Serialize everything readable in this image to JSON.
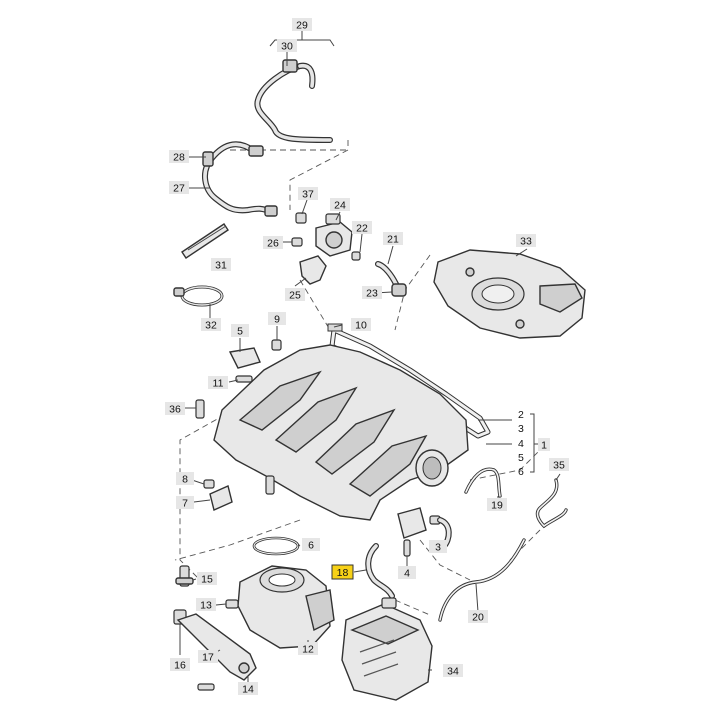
{
  "callouts": [
    {
      "id": "1",
      "label": "1"
    },
    {
      "id": "2",
      "label": "2"
    },
    {
      "id": "3",
      "label": "3"
    },
    {
      "id": "4",
      "label": "4"
    },
    {
      "id": "5",
      "label": "5"
    },
    {
      "id": "6",
      "label": "6"
    },
    {
      "id": "7",
      "label": "7"
    },
    {
      "id": "8",
      "label": "8"
    },
    {
      "id": "9",
      "label": "9"
    },
    {
      "id": "10",
      "label": "10"
    },
    {
      "id": "11",
      "label": "11"
    },
    {
      "id": "12",
      "label": "12"
    },
    {
      "id": "13",
      "label": "13"
    },
    {
      "id": "14",
      "label": "14"
    },
    {
      "id": "15",
      "label": "15"
    },
    {
      "id": "16",
      "label": "16"
    },
    {
      "id": "17",
      "label": "17"
    },
    {
      "id": "18",
      "label": "18",
      "highlighted": true
    },
    {
      "id": "19",
      "label": "19"
    },
    {
      "id": "20",
      "label": "20"
    },
    {
      "id": "21",
      "label": "21"
    },
    {
      "id": "22",
      "label": "22"
    },
    {
      "id": "23",
      "label": "23"
    },
    {
      "id": "24",
      "label": "24"
    },
    {
      "id": "25",
      "label": "25"
    },
    {
      "id": "26",
      "label": "26"
    },
    {
      "id": "27",
      "label": "27"
    },
    {
      "id": "28",
      "label": "28"
    },
    {
      "id": "29",
      "label": "29"
    },
    {
      "id": "30",
      "label": "30"
    },
    {
      "id": "31",
      "label": "31"
    },
    {
      "id": "32",
      "label": "32"
    },
    {
      "id": "33",
      "label": "33"
    },
    {
      "id": "34",
      "label": "34"
    },
    {
      "id": "35",
      "label": "35"
    },
    {
      "id": "36",
      "label": "36"
    },
    {
      "id": "37",
      "label": "37"
    }
  ],
  "group_refs": {
    "ref_2": "2",
    "ref_3": "3",
    "ref_4": "4",
    "ref_5": "5",
    "ref_6": "6"
  },
  "colors": {
    "highlight": "#f7d117",
    "label_background": "#e6e6e6",
    "line": "#333333"
  }
}
